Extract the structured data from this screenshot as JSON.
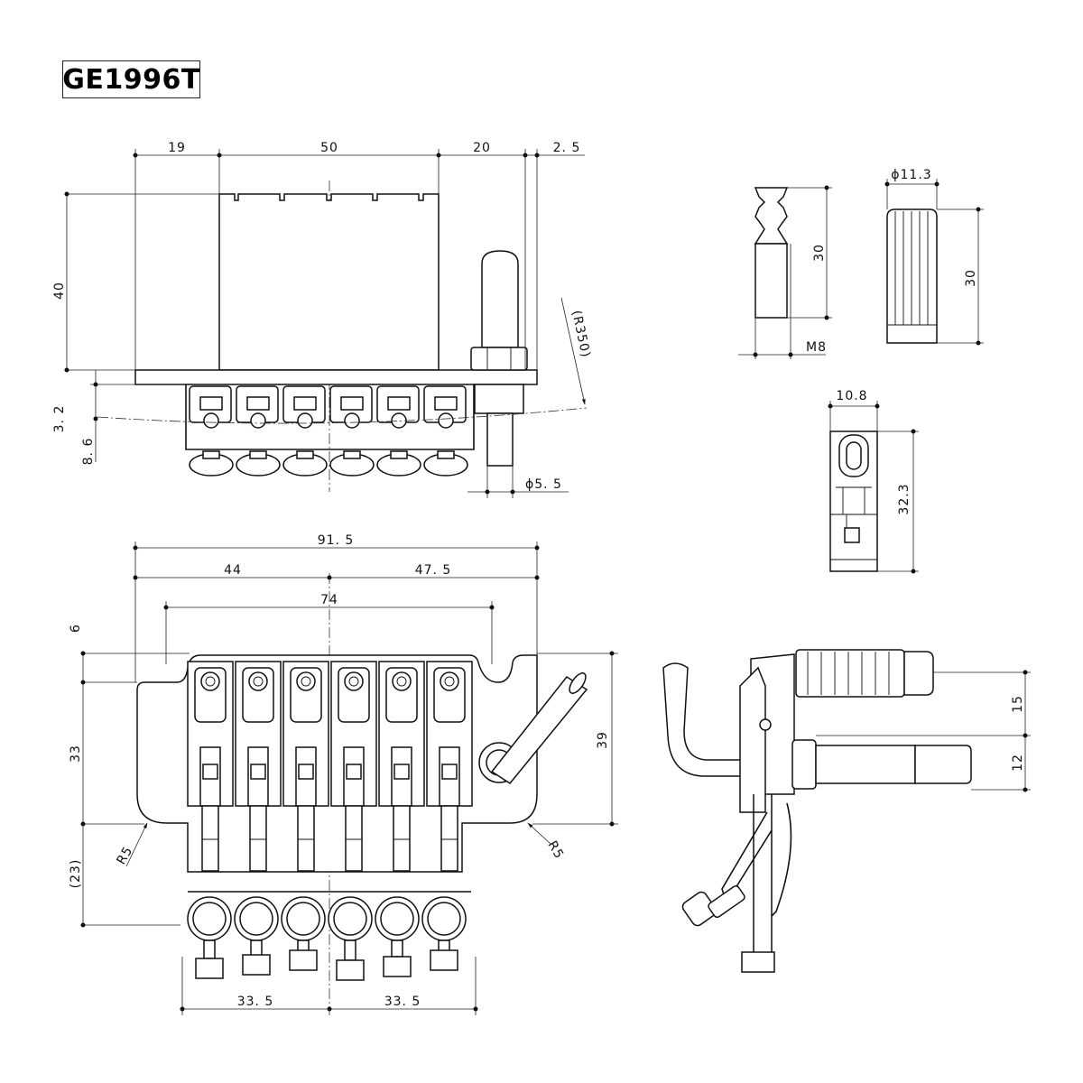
{
  "title": "GE1996T",
  "dims": {
    "d19": "19",
    "d50": "50",
    "d20": "20",
    "d2_5": "2. 5",
    "d40": "40",
    "d3_2": "3. 2",
    "d8_6": "8. 6",
    "dR350": "(R350)",
    "dphi5_5": "ϕ5. 5",
    "d91_5": "91. 5",
    "d44": "44",
    "d47_5": "47. 5",
    "d74": "74",
    "d6": "6",
    "d33": "33",
    "d23": "(23)",
    "d39": "39",
    "dR5_left": "R5",
    "dR5_right": "R5",
    "d33_5_left": "33. 5",
    "d33_5_right": "33. 5",
    "d30_arm": "30",
    "dM8": "M8",
    "dphi11_3": "ϕ11.3",
    "d30_knob": "30",
    "d10_8": "10.8",
    "d32_3": "32.3",
    "d15": "15",
    "d12": "12"
  },
  "colors": {
    "line": "#111111",
    "background": "#ffffff"
  }
}
